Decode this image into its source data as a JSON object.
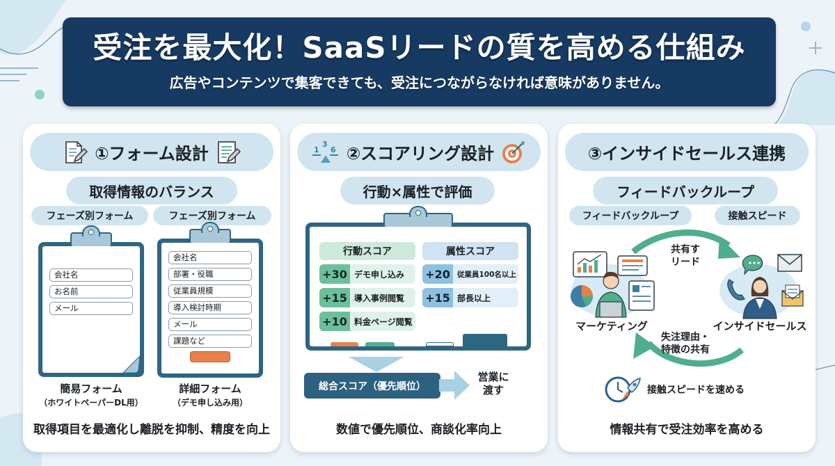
{
  "header": {
    "title": "受注を最大化！SaaSリードの質を高める仕組み",
    "subtitle": "広告やコンテンツで集客できても、受注につながらなければ意味がありません。"
  },
  "colors": {
    "banner": "#173a63",
    "pill": "#d0e5f0",
    "clipboard": "#2d6682",
    "green_accent": "#4fae8c",
    "orange_accent": "#e8804a",
    "score_box": "#2c6180"
  },
  "cards": [
    {
      "title": "①フォーム設計",
      "icon_left": "document-pencil-icon",
      "icon_right": "document-pencil-icon",
      "subtitle": "取得情報のバランス",
      "tags": [
        "フェーズ別フォーム",
        "フェーズ別フォーム"
      ],
      "forms": [
        {
          "name": "簡易フォーム",
          "note": "（ホワイトペーパーDL用）",
          "fields": [
            "会社名",
            "お名前",
            "メール"
          ]
        },
        {
          "name": "詳細フォーム",
          "note": "（デモ申し込み用）",
          "fields": [
            "会社名",
            "部署・役職",
            "従業員規模",
            "導入検討時期",
            "メール",
            "課題など"
          ]
        }
      ],
      "footer": "取得項目を最適化し離脱を抑制、精度を向上"
    },
    {
      "title": "②スコアリング設計",
      "icon_left": "scale-numbers-icon",
      "icon_right": "target-icon",
      "subtitle": "行動×属性で評価",
      "behavior": {
        "header": "行動スコア",
        "rows": [
          {
            "value": "+30",
            "label": "デモ申し込み"
          },
          {
            "value": "+15",
            "label": "導入事例閲覧"
          },
          {
            "value": "+10",
            "label": "料金ページ閲覧"
          }
        ]
      },
      "attribute": {
        "header": "属性スコア",
        "rows": [
          {
            "value": "+20",
            "label": "従業員100名以上"
          },
          {
            "value": "+15",
            "label": "部長以上"
          }
        ]
      },
      "total": "総合スコア（優先順位）",
      "handoff": [
        "営業に",
        "渡す"
      ],
      "footer": "数値で優先順位、商談化率向上"
    },
    {
      "title": "③インサイドセールス連携",
      "subtitle": "フィードバックループ",
      "tags": [
        "フィードバックループ",
        "接触スピード"
      ],
      "left_actor": "マーケティング",
      "right_actor": "インサイドセールス",
      "top_arrow": [
        "共有す",
        "リード"
      ],
      "bottom_arrow": [
        "失注理由・",
        "特徴の共有"
      ],
      "speed_note": "接触スピードを速める",
      "footer": "情報共有で受注効率を高める"
    }
  ]
}
